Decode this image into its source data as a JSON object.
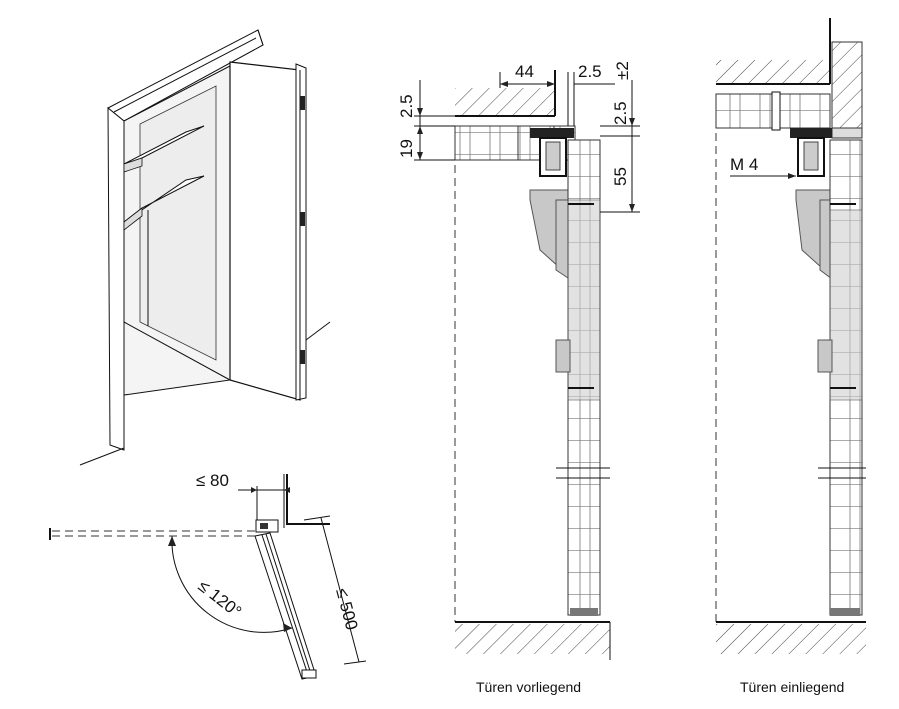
{
  "labels": {
    "dim_le80": "≤ 80",
    "dim_le120": "≤ 120°",
    "dim_le500": "≤ 500",
    "dim_44": "44",
    "dim_2_5_top": "2.5",
    "dim_pm2": "±2",
    "dim_2_5_left": "2.5",
    "dim_19": "19",
    "dim_2_5_right": "2.5",
    "dim_55": "55",
    "dim_m4": "M 4"
  },
  "captions": {
    "left_section": "Türen vorliegend",
    "right_section": "Türen einliegend"
  }
}
